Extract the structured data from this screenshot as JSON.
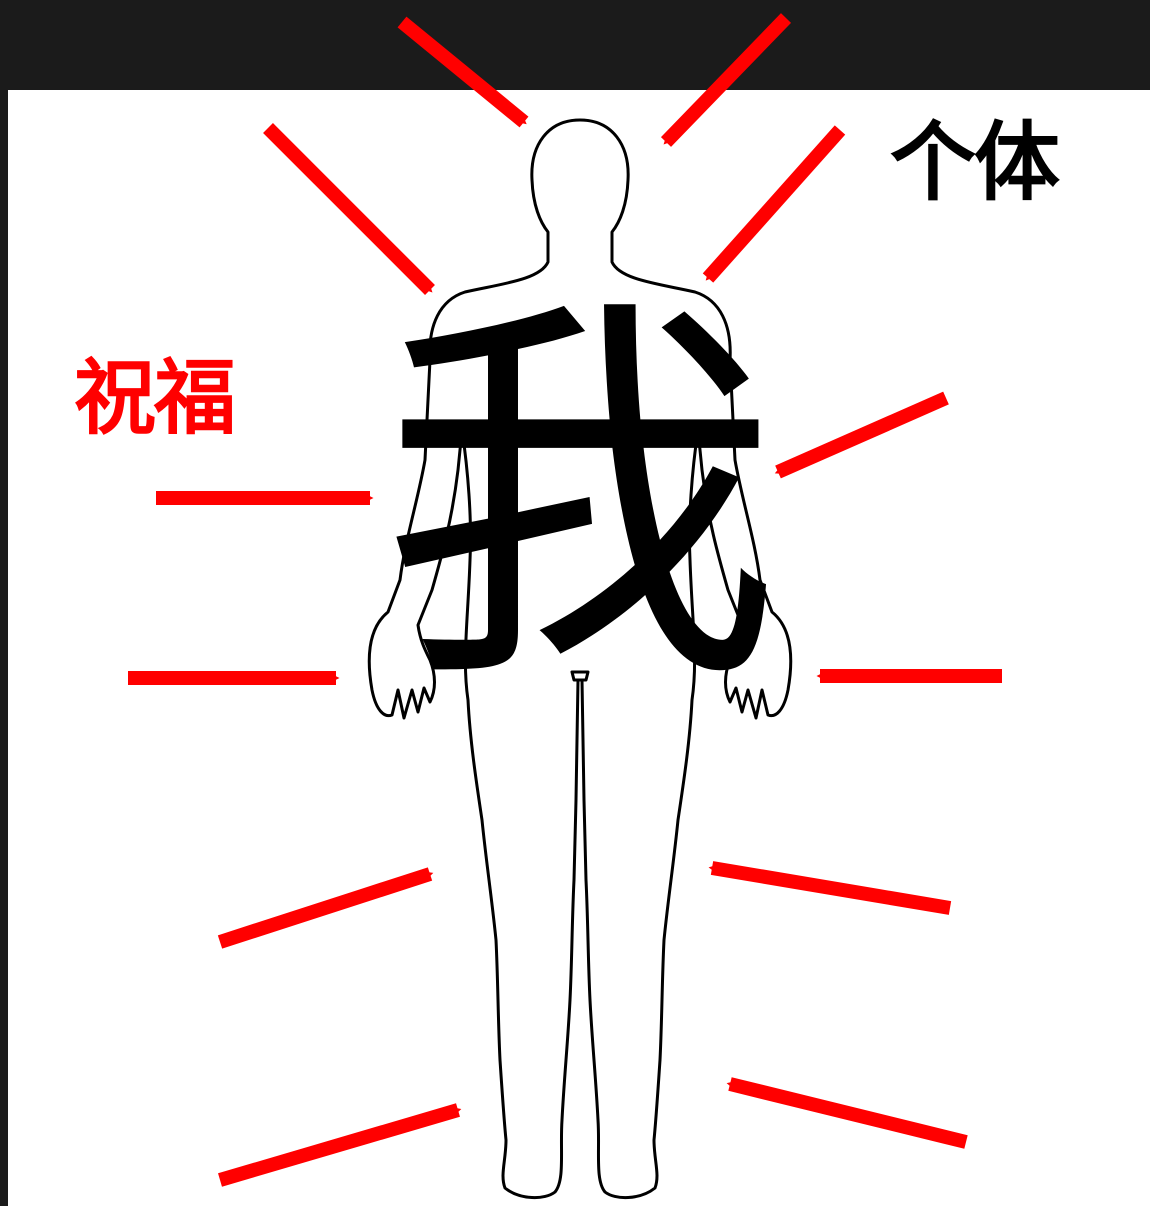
{
  "labels": {
    "individual": "个体",
    "blessing": "祝福",
    "self": "我"
  },
  "icons": {
    "figure": "human-body-outline-icon",
    "arrow": "arrow-icon"
  },
  "colors": {
    "arrow": "#ff0000",
    "blessing_text": "#ff0000",
    "frame": "#1b1b1b",
    "background": "#ffffff"
  }
}
